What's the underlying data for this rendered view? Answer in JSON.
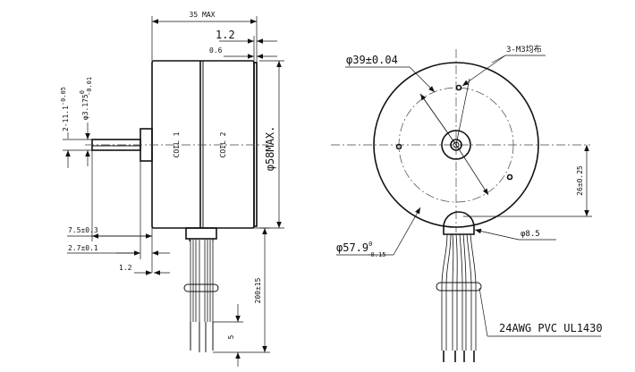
{
  "side_view": {
    "total_length": "35 MAX",
    "flange_thickness": "1.2",
    "shaft_step": "0.6",
    "flat_depth_main": "2-11.1",
    "flat_depth_tol": "-0.05",
    "shaft_dia_main": "φ3.175",
    "shaft_dia_tol_upper": "0",
    "shaft_dia_tol_lower": "-0.01",
    "body_dia": "φ58MAX.",
    "coil_1": "COIL 1",
    "coil_2": "COIL 2",
    "shaft_length": "7.5±0.3",
    "boss_length": "2.7±0.1",
    "boss_offset": "1.2",
    "lead_length": "200±15",
    "strip_length": "5"
  },
  "front_view": {
    "bolt_circle": "φ39±0.04",
    "mounting_holes": "3-M3均布",
    "outer_dia_main": "φ57.9",
    "outer_dia_tol_upper": "0",
    "outer_dia_tol_lower": "-0.15",
    "grommet_dia": "φ8.5",
    "lead_exit_offset": "26±0.25",
    "wire_spec": "24AWG PVC UL1430"
  }
}
